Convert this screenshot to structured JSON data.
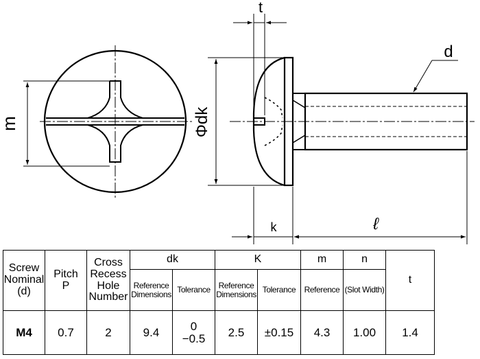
{
  "drawing": {
    "labels": {
      "m": "m",
      "t": "t",
      "dk": "Φdk",
      "d": "d",
      "k": "k",
      "l": "ℓ"
    }
  },
  "table": {
    "headers": {
      "screw_nominal": [
        "Screw",
        "Nominal",
        "(d)"
      ],
      "pitch": [
        "Pitch",
        "P"
      ],
      "cross_recess": [
        "Cross",
        "Recess",
        "Hole",
        "Number"
      ],
      "dk": "dk",
      "k": "K",
      "m": "m",
      "n": "n",
      "t": "t",
      "dk_ref": [
        "Reference",
        "Dimensions"
      ],
      "dk_tol": "Tolerance",
      "k_ref": [
        "Reference",
        "Dimensions"
      ],
      "k_tol": "Tolerance",
      "m_ref": "Reference",
      "n_slot": "(Slot Width)"
    },
    "row": {
      "nominal": "M4",
      "pitch": "0.7",
      "recess": "2",
      "dk_ref": "9.4",
      "dk_tol_upper": "0",
      "dk_tol_lower": "−0.5",
      "k_ref": "2.5",
      "k_tol": "±0.15",
      "m_ref": "4.3",
      "n_slot": "1.00",
      "t": "1.4"
    }
  }
}
